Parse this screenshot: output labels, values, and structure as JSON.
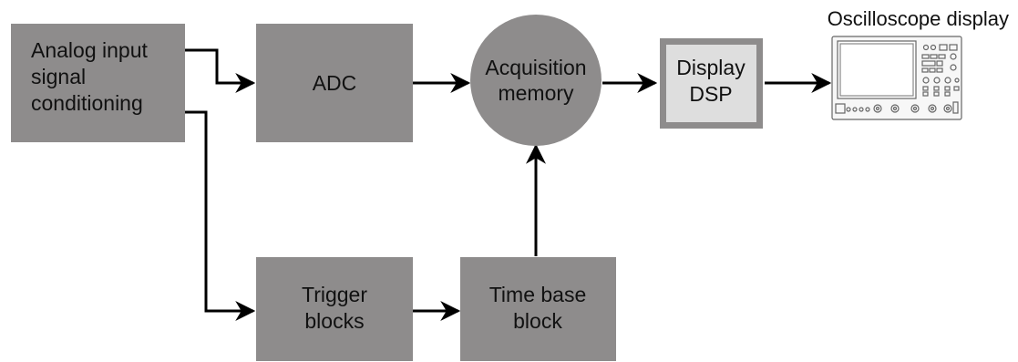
{
  "diagram": {
    "colors": {
      "block_fill": "#8e8c8c",
      "dsp_fill": "#dedede",
      "dsp_border": "#8e8c8c",
      "arrow": "#000000",
      "text": "#111111"
    },
    "blocks": {
      "analog": {
        "line1": "Analog input",
        "line2": "signal",
        "line3": "conditioning"
      },
      "adc": {
        "line1": "ADC"
      },
      "acquisition": {
        "line1": "Acquisition",
        "line2": "memory"
      },
      "dsp": {
        "line1": "Display",
        "line2": "DSP"
      },
      "trigger": {
        "line1": "Trigger",
        "line2": "blocks"
      },
      "timebase": {
        "line1": "Time base",
        "line2": "block"
      }
    },
    "oscilloscope": {
      "label": "Oscilloscope display",
      "icon": "oscilloscope-icon"
    }
  }
}
